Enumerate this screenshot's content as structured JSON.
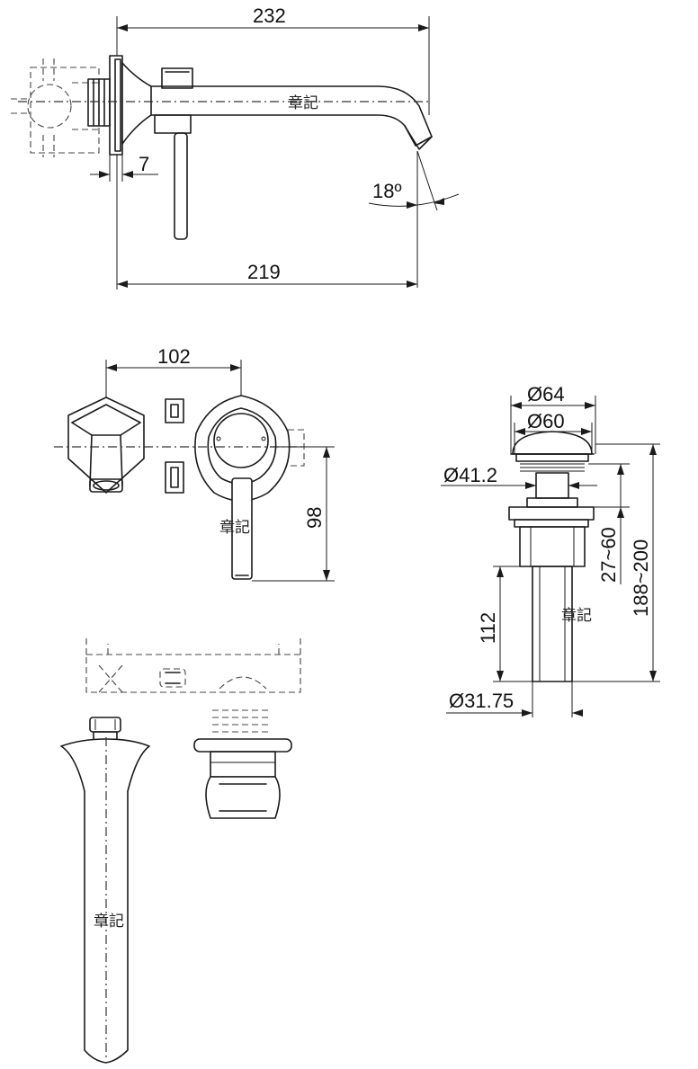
{
  "dimensions": {
    "spout_length_total": "232",
    "spout_length_wall": "219",
    "plate_offset": "7",
    "spout_angle": "18º",
    "centers_spacing": "102",
    "lever_height": "98",
    "drain_cap_outer": "Ø64",
    "drain_cap_inner": "Ø60",
    "drain_thread": "Ø41.2",
    "drain_body_range": "27~60",
    "drain_total_range": "188~200",
    "drain_tail_length": "112",
    "drain_tail_diameter": "Ø31.75"
  },
  "watermarks": {
    "side_view": "章記",
    "front_view": "章記",
    "drain_view": "章記",
    "top_view": "章記"
  }
}
